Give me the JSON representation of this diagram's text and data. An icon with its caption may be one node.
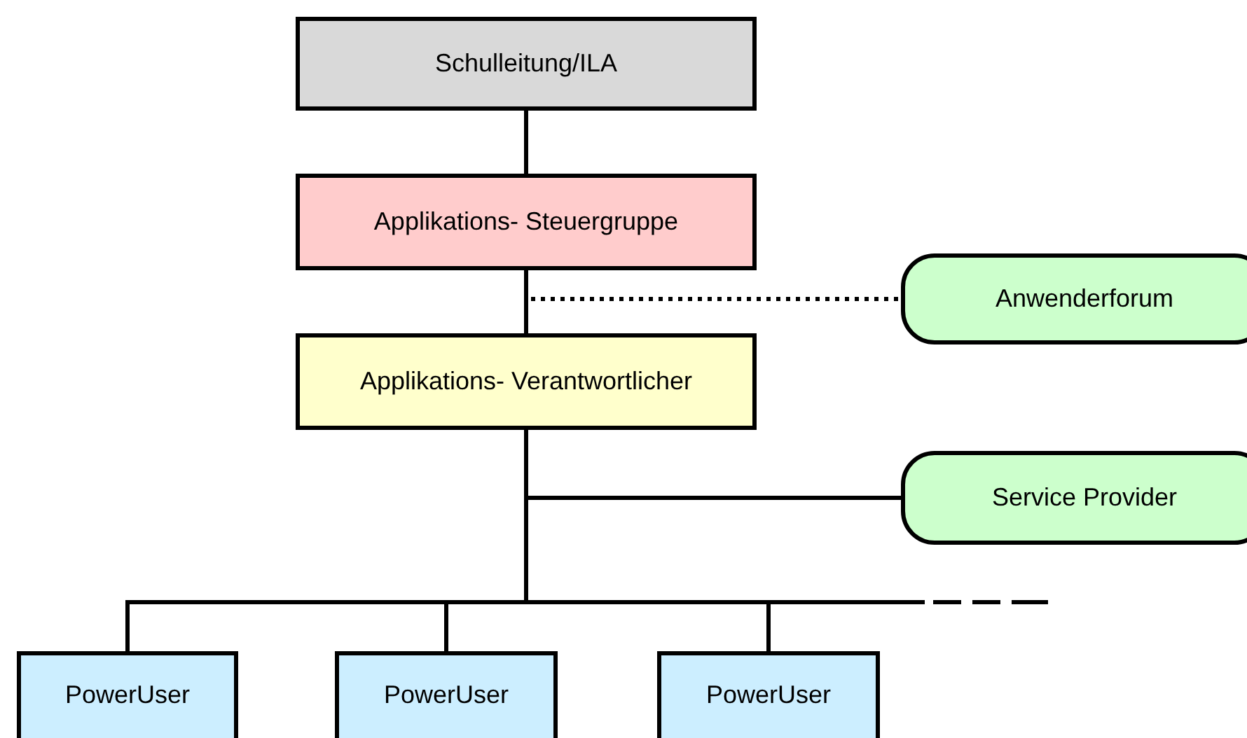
{
  "diagram": {
    "nodes": [
      {
        "text": [
          "Schulleitung/ILA"
        ]
      },
      {
        "text": [
          "Applikations- Steuergruppe"
        ]
      },
      {
        "text": [
          "Applikations- Verantwortlicher"
        ]
      },
      {
        "text": [
          "Anwenderforum"
        ]
      },
      {
        "text": [
          "Service Provider"
        ]
      },
      {
        "text": [
          "PowerUser"
        ]
      },
      {
        "text": [
          "PowerUser"
        ]
      },
      {
        "text": [
          "PowerUser"
        ]
      }
    ],
    "edges": [
      {
        "from": 0,
        "to": 1,
        "arrow": "none"
      },
      {
        "from": 1,
        "to": 2,
        "arrow": "none"
      },
      {
        "from": 1,
        "to": 3,
        "arrow": "none",
        "style": "dashed"
      },
      {
        "from": 2,
        "to": 4,
        "arrow": "none"
      },
      {
        "from": 2,
        "to": 5,
        "arrow": "none"
      },
      {
        "from": 2,
        "to": 6,
        "arrow": "none"
      },
      {
        "from": 2,
        "to": 7,
        "arrow": "none"
      },
      {
        "from": 2,
        "to": null,
        "arrow": "none",
        "style": "dashed"
      }
    ]
  }
}
